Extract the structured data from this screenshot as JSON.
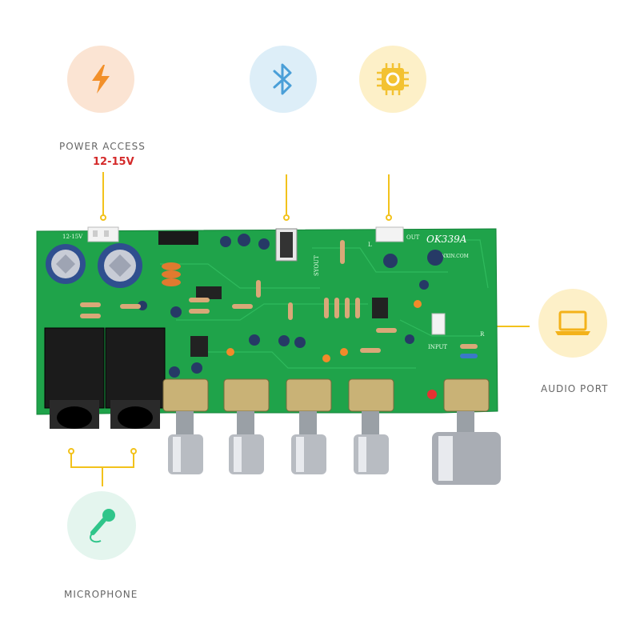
{
  "callouts": {
    "power": {
      "label": "POWER ACCESS",
      "voltage": "12-15V",
      "icon": "lightning-bolt-icon"
    },
    "bluetooth": {
      "icon": "bluetooth-icon"
    },
    "chip": {
      "icon": "chip-icon"
    },
    "audio": {
      "label": "AUDIO PORT",
      "icon": "laptop-icon"
    },
    "microphone": {
      "label": "MICROPHONE",
      "icon": "microphone-icon"
    }
  },
  "board": {
    "model": "OK339A",
    "silk_power": "12-15V",
    "silk_out": "OUT",
    "silk_input": "INPUT",
    "silk_website": "YDIANXIN.COM",
    "silk_syout": "SYOUT",
    "silk_l": "L",
    "silk_r": "R"
  },
  "colors": {
    "pcb": "#1fa34a",
    "accent_line": "#f2c21b",
    "power_bg": "#fbe4d3",
    "bluetooth_bg": "#ddeef8",
    "chip_bg": "#fdf0c8",
    "audio_bg": "#fdf0c8",
    "mic_bg": "#e4f5ee"
  }
}
